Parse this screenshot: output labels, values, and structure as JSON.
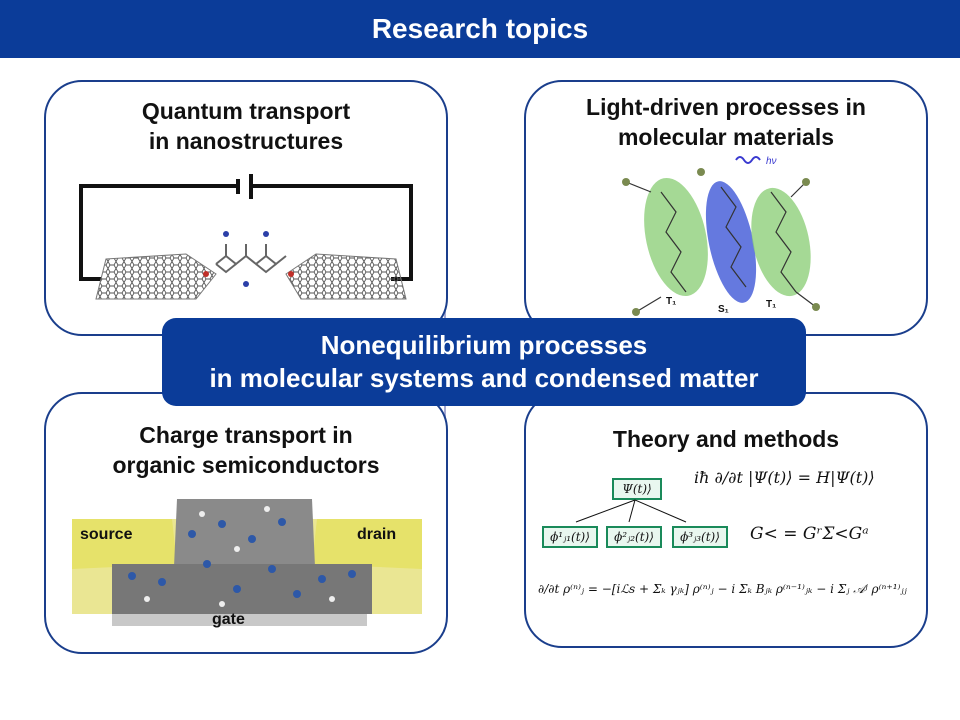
{
  "banner": {
    "title": "Research topics"
  },
  "panels": {
    "quantum": {
      "title_line1": "Quantum transport",
      "title_line2": "in nanostructures"
    },
    "light": {
      "title_line1": "Light-driven processes in",
      "title_line2": "molecular  materials",
      "labels": {
        "hv": "hν",
        "t1_left": "T₁",
        "s1": "S₁",
        "t1_right": "T₁"
      }
    },
    "charge": {
      "title_line1": "Charge transport in",
      "title_line2": "organic semiconductors",
      "labels": {
        "source": "source",
        "drain": "drain",
        "gate": "gate"
      }
    },
    "theory": {
      "title": "Theory and methods",
      "psi_root": "Ψ(t)⟩",
      "psi_children": [
        "ϕ¹ⱼ₁(t)⟩",
        "ϕ²ⱼ₂(t)⟩",
        "ϕ³ⱼ₃(t)⟩"
      ],
      "eq_schrodinger": "iħ ∂/∂t |Ψ(t)⟩ = H|Ψ(t)⟩",
      "eq_green": "G< = GʳΣ<Gᵃ",
      "eq_heom": "∂/∂t ρ⁽ⁿ⁾ⱼ = −[iℒs + Σₖ γⱼₖ] ρ⁽ⁿ⁾ⱼ − i Σₖ Bⱼₖ ρ⁽ⁿ⁻¹⁾ⱼₖ − i Σⱼ 𝒜ʲ ρ⁽ⁿ⁺¹⁾ⱼⱼ"
    }
  },
  "center": {
    "line1": "Nonequilibrium processes",
    "line2": "in molecular systems and condensed matter"
  },
  "colors": {
    "navy": "#0b3c99",
    "panel_border": "#1a3e8c",
    "green": "#1a8a5a",
    "gold": "#d8d23a"
  }
}
